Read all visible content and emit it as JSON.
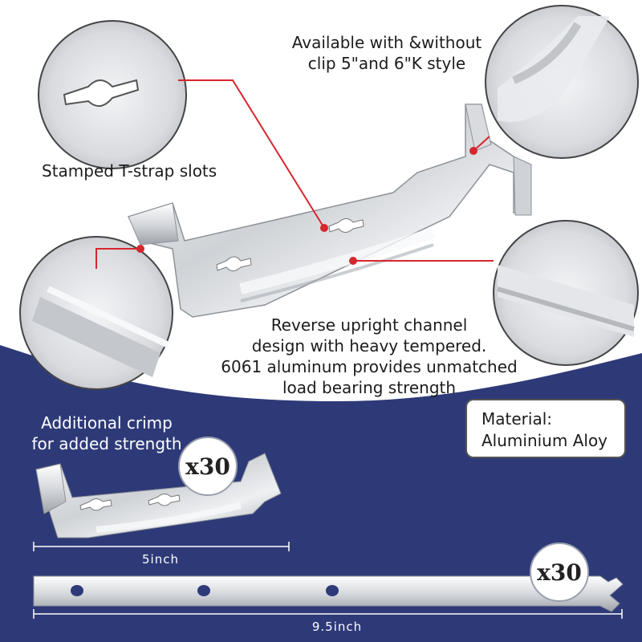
{
  "colors": {
    "navy_background": "#2e3a78",
    "leader_red": "#d8262e",
    "metal_light": "#eceef1",
    "metal_mid": "#c9ccd1",
    "metal_dark": "#9ea2a8"
  },
  "callouts": {
    "top_right": "Available with &without\nclip 5\"and 6\"K style",
    "top_left": "Stamped T-strap slots",
    "middle": "Reverse upright channel\ndesign with heavy tempered.\n6061 aluminum provides unmatched\nload bearing strength",
    "crimp": "Additional crimp\nfor added strength"
  },
  "material": {
    "line1": "Material:",
    "line2": "Aluminium Aloy"
  },
  "quantity_badges": [
    "x30",
    "x30"
  ],
  "dimensions": {
    "hanger_length": "5inch",
    "strap_length": "9.5inch"
  }
}
